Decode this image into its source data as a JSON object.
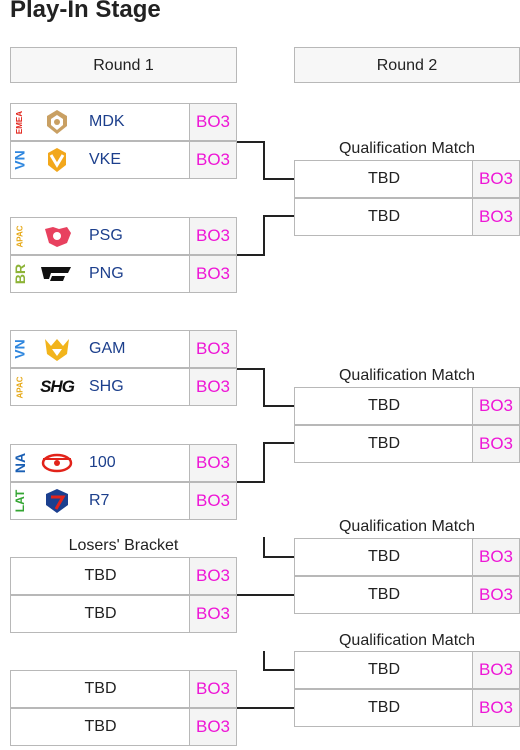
{
  "title": "Play-In Stage",
  "rounds": {
    "round1": "Round 1",
    "round2": "Round 2"
  },
  "format": "BO3",
  "tbd": "TBD",
  "qualification_label": "Qualification Match",
  "losers_label": "Losers' Bracket",
  "colors": {
    "format_text": "#ee16d6",
    "team_text": "#1c3f8c",
    "border": "#b8b8b8"
  },
  "teams": [
    {
      "region": "EMEA",
      "region_color": "#e2231a",
      "name": "MDK",
      "logo": "mdk-logo"
    },
    {
      "region": "VN",
      "region_color": "#2e86de",
      "name": "VKE",
      "logo": "vke-logo"
    },
    {
      "region": "APAC",
      "region_color": "#e6a817",
      "name": "PSG",
      "logo": "psg-logo"
    },
    {
      "region": "BR",
      "region_color": "#8db337",
      "name": "PNG",
      "logo": "png-logo"
    },
    {
      "region": "VN",
      "region_color": "#2e86de",
      "name": "GAM",
      "logo": "gam-logo"
    },
    {
      "region": "APAC",
      "region_color": "#e6a817",
      "name": "SHG",
      "logo": "shg-logo"
    },
    {
      "region": "NA",
      "region_color": "#1a5fb4",
      "name": "100",
      "logo": "100-logo"
    },
    {
      "region": "LAT",
      "region_color": "#33a532",
      "name": "R7",
      "logo": "r7-logo"
    }
  ]
}
